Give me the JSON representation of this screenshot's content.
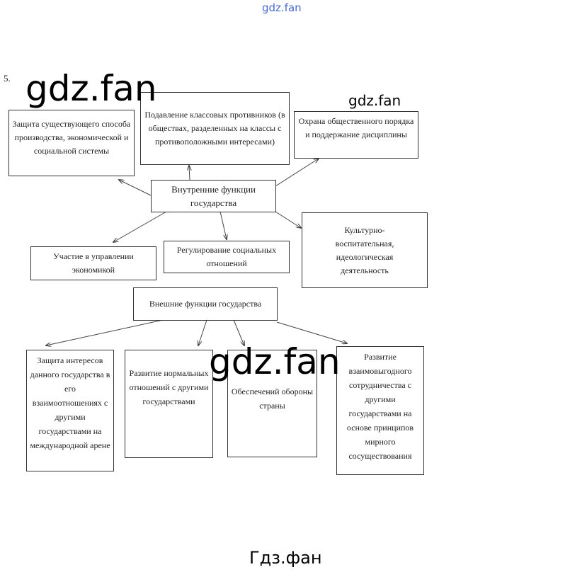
{
  "task_number": "5.",
  "watermarks": {
    "top": "gdz.fan",
    "large_1": "gdz.fan",
    "small_1": "gdz.fan",
    "large_2": "gdz.fan",
    "footer": "Гдз.фан"
  },
  "internal": {
    "title": "Внутренние функции государства",
    "items": [
      "Защита существующего способа производства, экономической и социальной системы",
      "Подавление классовых противников (в обществах, разделенных на классы с противоположными интересами)",
      "Охрана общественного порядка и поддержание дисциплины",
      "Участие в управлении экономикой",
      "Регулирование социальных отношений",
      "Культурно-воспитательная, идеологическая деятельность"
    ]
  },
  "external": {
    "title": "Внешние функции государства",
    "items": [
      "Защита интересов данного государства в его взаимоотношениях с другими государствами на международной арене",
      "Развитие нормальных отношений с другими государствами",
      "Обеспечений обороны страны",
      "Развитие взаимовыгодного сотрудничества с другими государствами на основе принципов мирного сосуществования"
    ]
  }
}
